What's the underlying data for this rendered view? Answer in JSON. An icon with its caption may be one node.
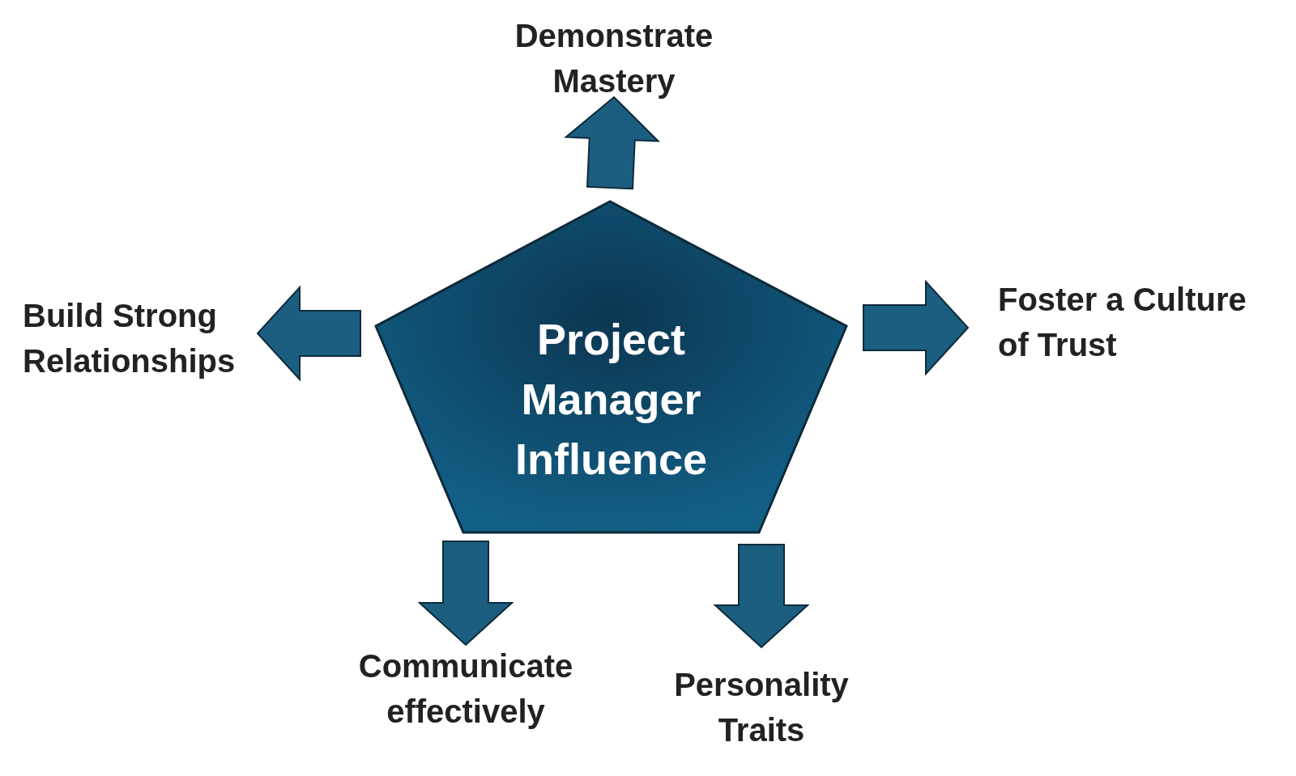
{
  "diagram": {
    "nodes": [
      {
        "text": [
          "Project Manager Influence"
        ]
      },
      {
        "text": [
          "Demonstrate Mastery"
        ]
      },
      {
        "text": [
          "Build Strong Relationships"
        ]
      },
      {
        "text": [
          "Foster a Culture of Trust"
        ]
      },
      {
        "text": [
          "Communicate effectively"
        ]
      },
      {
        "text": [
          "Personality Traits"
        ]
      }
    ],
    "edges": [
      {
        "from": 0,
        "to": 1,
        "arrow": "to"
      },
      {
        "from": 0,
        "to": 2,
        "arrow": "to"
      },
      {
        "from": 0,
        "to": 3,
        "arrow": "to"
      },
      {
        "from": 0,
        "to": 4,
        "arrow": "to"
      },
      {
        "from": 0,
        "to": 5,
        "arrow": "to"
      }
    ]
  }
}
